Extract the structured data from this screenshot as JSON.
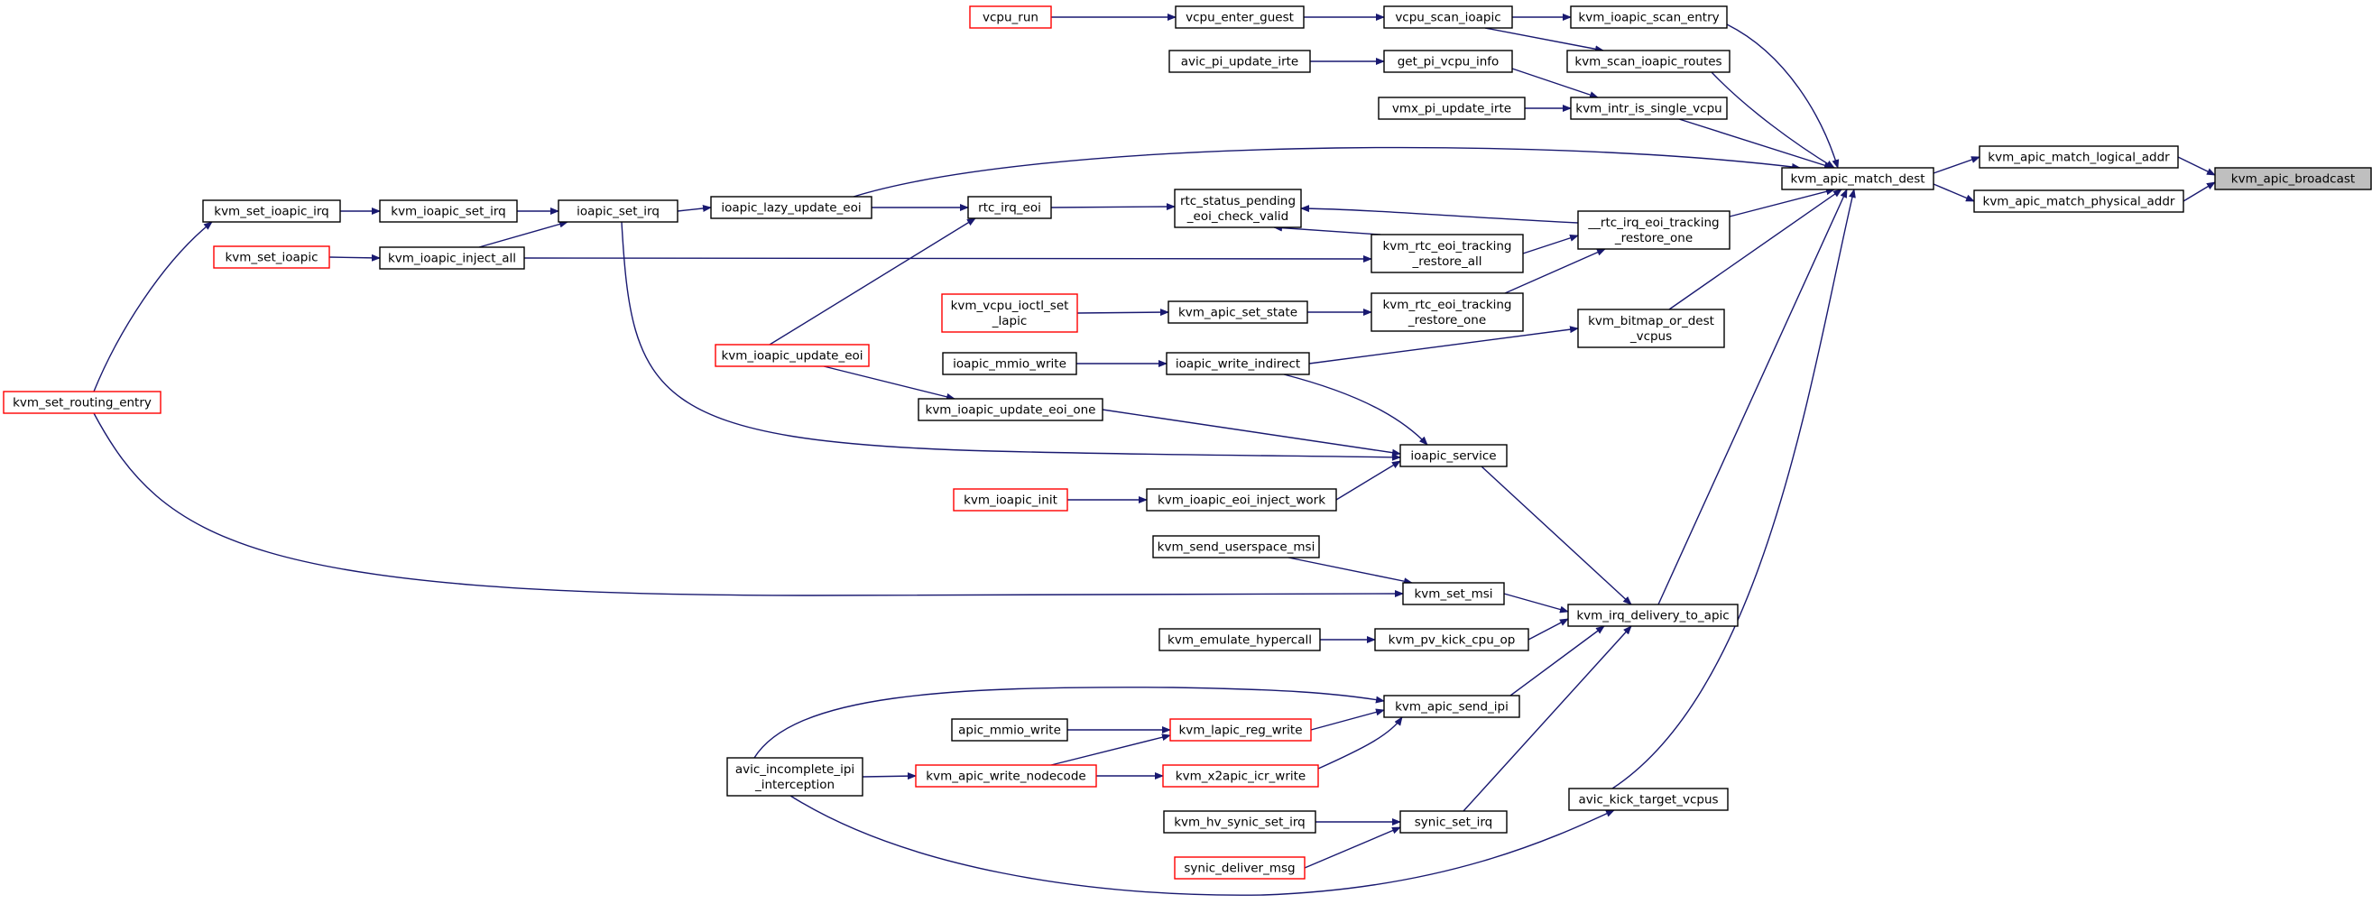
{
  "nodes": [
    {
      "id": "vcpu_run",
      "lines": [
        "vcpu_run"
      ],
      "red": true
    },
    {
      "id": "vcpu_enter_guest",
      "lines": [
        "vcpu_enter_guest"
      ]
    },
    {
      "id": "vcpu_scan_ioapic",
      "lines": [
        "vcpu_scan_ioapic"
      ]
    },
    {
      "id": "kvm_ioapic_scan_entry",
      "lines": [
        "kvm_ioapic_scan_entry"
      ]
    },
    {
      "id": "avic_pi_update_irte",
      "lines": [
        "avic_pi_update_irte"
      ]
    },
    {
      "id": "get_pi_vcpu_info",
      "lines": [
        "get_pi_vcpu_info"
      ]
    },
    {
      "id": "kvm_scan_ioapic_routes",
      "lines": [
        "kvm_scan_ioapic_routes"
      ]
    },
    {
      "id": "vmx_pi_update_irte",
      "lines": [
        "vmx_pi_update_irte"
      ]
    },
    {
      "id": "kvm_intr_is_single_vcpu",
      "lines": [
        "kvm_intr_is_single_vcpu"
      ]
    },
    {
      "id": "kvm_set_ioapic_irq",
      "lines": [
        "kvm_set_ioapic_irq"
      ]
    },
    {
      "id": "kvm_ioapic_set_irq",
      "lines": [
        "kvm_ioapic_set_irq"
      ]
    },
    {
      "id": "ioapic_set_irq",
      "lines": [
        "ioapic_set_irq"
      ]
    },
    {
      "id": "ioapic_lazy_update_eoi",
      "lines": [
        "ioapic_lazy_update_eoi"
      ]
    },
    {
      "id": "rtc_irq_eoi",
      "lines": [
        "rtc_irq_eoi"
      ]
    },
    {
      "id": "rtc_status_pending_eoi_check_valid",
      "lines": [
        "rtc_status_pending",
        "_eoi_check_valid"
      ]
    },
    {
      "id": "kvm_set_ioapic",
      "lines": [
        "kvm_set_ioapic"
      ],
      "red": true
    },
    {
      "id": "kvm_ioapic_inject_all",
      "lines": [
        "kvm_ioapic_inject_all"
      ]
    },
    {
      "id": "kvm_rtc_eoi_tracking_restore_all",
      "lines": [
        "kvm_rtc_eoi_tracking",
        "_restore_all"
      ]
    },
    {
      "id": "__rtc_irq_eoi_tracking_restore_one",
      "lines": [
        "__rtc_irq_eoi_tracking",
        "_restore_one"
      ]
    },
    {
      "id": "kvm_apic_match_dest",
      "lines": [
        "kvm_apic_match_dest"
      ]
    },
    {
      "id": "kvm_apic_match_logical_addr",
      "lines": [
        "kvm_apic_match_logical_addr"
      ]
    },
    {
      "id": "kvm_apic_match_physical_addr",
      "lines": [
        "kvm_apic_match_physical_addr"
      ]
    },
    {
      "id": "kvm_apic_broadcast",
      "lines": [
        "kvm_apic_broadcast"
      ],
      "highlight": true
    },
    {
      "id": "kvm_vcpu_ioctl_set_lapic",
      "lines": [
        "kvm_vcpu_ioctl_set",
        "_lapic"
      ],
      "red": true
    },
    {
      "id": "kvm_apic_set_state",
      "lines": [
        "kvm_apic_set_state"
      ]
    },
    {
      "id": "kvm_rtc_eoi_tracking_restore_one",
      "lines": [
        "kvm_rtc_eoi_tracking",
        "_restore_one"
      ]
    },
    {
      "id": "kvm_bitmap_or_dest_vcpus",
      "lines": [
        "kvm_bitmap_or_dest",
        "_vcpus"
      ]
    },
    {
      "id": "kvm_ioapic_update_eoi",
      "lines": [
        "kvm_ioapic_update_eoi"
      ],
      "red": true
    },
    {
      "id": "ioapic_mmio_write",
      "lines": [
        "ioapic_mmio_write"
      ]
    },
    {
      "id": "ioapic_write_indirect",
      "lines": [
        "ioapic_write_indirect"
      ]
    },
    {
      "id": "kvm_set_routing_entry",
      "lines": [
        "kvm_set_routing_entry"
      ],
      "red": true
    },
    {
      "id": "kvm_ioapic_update_eoi_one",
      "lines": [
        "kvm_ioapic_update_eoi_one"
      ]
    },
    {
      "id": "ioapic_service",
      "lines": [
        "ioapic_service"
      ]
    },
    {
      "id": "kvm_ioapic_init",
      "lines": [
        "kvm_ioapic_init"
      ],
      "red": true
    },
    {
      "id": "kvm_ioapic_eoi_inject_work",
      "lines": [
        "kvm_ioapic_eoi_inject_work"
      ]
    },
    {
      "id": "kvm_send_userspace_msi",
      "lines": [
        "kvm_send_userspace_msi"
      ]
    },
    {
      "id": "kvm_set_msi",
      "lines": [
        "kvm_set_msi"
      ]
    },
    {
      "id": "kvm_irq_delivery_to_apic",
      "lines": [
        "kvm_irq_delivery_to_apic"
      ]
    },
    {
      "id": "kvm_emulate_hypercall",
      "lines": [
        "kvm_emulate_hypercall"
      ]
    },
    {
      "id": "kvm_pv_kick_cpu_op",
      "lines": [
        "kvm_pv_kick_cpu_op"
      ]
    },
    {
      "id": "kvm_apic_send_ipi",
      "lines": [
        "kvm_apic_send_ipi"
      ]
    },
    {
      "id": "apic_mmio_write",
      "lines": [
        "apic_mmio_write"
      ]
    },
    {
      "id": "kvm_lapic_reg_write",
      "lines": [
        "kvm_lapic_reg_write"
      ],
      "red": true
    },
    {
      "id": "avic_incomplete_ipi_interception",
      "lines": [
        "avic_incomplete_ipi",
        "_interception"
      ]
    },
    {
      "id": "kvm_apic_write_nodecode",
      "lines": [
        "kvm_apic_write_nodecode"
      ],
      "red": true
    },
    {
      "id": "kvm_x2apic_icr_write",
      "lines": [
        "kvm_x2apic_icr_write"
      ],
      "red": true
    },
    {
      "id": "avic_kick_target_vcpus",
      "lines": [
        "avic_kick_target_vcpus"
      ]
    },
    {
      "id": "kvm_hv_synic_set_irq",
      "lines": [
        "kvm_hv_synic_set_irq"
      ]
    },
    {
      "id": "synic_set_irq",
      "lines": [
        "synic_set_irq"
      ]
    },
    {
      "id": "synic_deliver_msg",
      "lines": [
        "synic_deliver_msg"
      ],
      "red": true
    }
  ],
  "edges": [
    [
      "vcpu_run",
      "vcpu_enter_guest"
    ],
    [
      "vcpu_enter_guest",
      "vcpu_scan_ioapic"
    ],
    [
      "vcpu_scan_ioapic",
      "kvm_ioapic_scan_entry"
    ],
    [
      "vcpu_scan_ioapic",
      "kvm_scan_ioapic_routes"
    ],
    [
      "avic_pi_update_irte",
      "get_pi_vcpu_info"
    ],
    [
      "get_pi_vcpu_info",
      "kvm_intr_is_single_vcpu"
    ],
    [
      "vmx_pi_update_irte",
      "kvm_intr_is_single_vcpu"
    ],
    [
      "kvm_ioapic_scan_entry",
      "kvm_apic_match_dest"
    ],
    [
      "kvm_scan_ioapic_routes",
      "kvm_apic_match_dest"
    ],
    [
      "kvm_intr_is_single_vcpu",
      "kvm_apic_match_dest"
    ],
    [
      "ioapic_lazy_update_eoi",
      "kvm_apic_match_dest"
    ],
    [
      "__rtc_irq_eoi_tracking_restore_one",
      "kvm_apic_match_dest"
    ],
    [
      "kvm_bitmap_or_dest_vcpus",
      "kvm_apic_match_dest"
    ],
    [
      "kvm_irq_delivery_to_apic",
      "kvm_apic_match_dest"
    ],
    [
      "avic_kick_target_vcpus",
      "kvm_apic_match_dest"
    ],
    [
      "kvm_apic_match_dest",
      "kvm_apic_match_logical_addr"
    ],
    [
      "kvm_apic_match_dest",
      "kvm_apic_match_physical_addr"
    ],
    [
      "kvm_apic_match_logical_addr",
      "kvm_apic_broadcast"
    ],
    [
      "kvm_apic_match_physical_addr",
      "kvm_apic_broadcast"
    ],
    [
      "kvm_set_ioapic_irq",
      "kvm_ioapic_set_irq"
    ],
    [
      "kvm_ioapic_set_irq",
      "ioapic_set_irq"
    ],
    [
      "ioapic_set_irq",
      "ioapic_lazy_update_eoi"
    ],
    [
      "ioapic_lazy_update_eoi",
      "rtc_irq_eoi"
    ],
    [
      "rtc_irq_eoi",
      "rtc_status_pending_eoi_check_valid"
    ],
    [
      "kvm_set_ioapic",
      "kvm_ioapic_inject_all"
    ],
    [
      "kvm_ioapic_inject_all",
      "ioapic_set_irq"
    ],
    [
      "kvm_ioapic_inject_all",
      "kvm_rtc_eoi_tracking_restore_all"
    ],
    [
      "kvm_rtc_eoi_tracking_restore_all",
      "rtc_status_pending_eoi_check_valid"
    ],
    [
      "kvm_rtc_eoi_tracking_restore_all",
      "__rtc_irq_eoi_tracking_restore_one"
    ],
    [
      "__rtc_irq_eoi_tracking_restore_one",
      "rtc_status_pending_eoi_check_valid"
    ],
    [
      "kvm_rtc_eoi_tracking_restore_one",
      "__rtc_irq_eoi_tracking_restore_one"
    ],
    [
      "kvm_vcpu_ioctl_set_lapic",
      "kvm_apic_set_state"
    ],
    [
      "kvm_apic_set_state",
      "kvm_rtc_eoi_tracking_restore_one"
    ],
    [
      "kvm_ioapic_update_eoi",
      "rtc_irq_eoi"
    ],
    [
      "kvm_ioapic_update_eoi",
      "kvm_ioapic_update_eoi_one"
    ],
    [
      "ioapic_mmio_write",
      "ioapic_write_indirect"
    ],
    [
      "ioapic_write_indirect",
      "kvm_bitmap_or_dest_vcpus"
    ],
    [
      "ioapic_write_indirect",
      "ioapic_service"
    ],
    [
      "kvm_ioapic_update_eoi_one",
      "ioapic_service"
    ],
    [
      "ioapic_set_irq",
      "ioapic_service"
    ],
    [
      "kvm_ioapic_init",
      "kvm_ioapic_eoi_inject_work"
    ],
    [
      "kvm_ioapic_eoi_inject_work",
      "ioapic_service"
    ],
    [
      "ioapic_service",
      "kvm_irq_delivery_to_apic"
    ],
    [
      "kvm_set_routing_entry",
      "kvm_set_ioapic_irq"
    ],
    [
      "kvm_set_routing_entry",
      "kvm_set_msi"
    ],
    [
      "kvm_send_userspace_msi",
      "kvm_set_msi"
    ],
    [
      "kvm_set_msi",
      "kvm_irq_delivery_to_apic"
    ],
    [
      "kvm_emulate_hypercall",
      "kvm_pv_kick_cpu_op"
    ],
    [
      "kvm_pv_kick_cpu_op",
      "kvm_irq_delivery_to_apic"
    ],
    [
      "kvm_apic_send_ipi",
      "kvm_irq_delivery_to_apic"
    ],
    [
      "avic_incomplete_ipi_interception",
      "kvm_apic_send_ipi"
    ],
    [
      "apic_mmio_write",
      "kvm_lapic_reg_write"
    ],
    [
      "kvm_apic_write_nodecode",
      "kvm_lapic_reg_write"
    ],
    [
      "kvm_lapic_reg_write",
      "kvm_apic_send_ipi"
    ],
    [
      "avic_incomplete_ipi_interception",
      "kvm_apic_write_nodecode"
    ],
    [
      "kvm_apic_write_nodecode",
      "kvm_x2apic_icr_write"
    ],
    [
      "kvm_x2apic_icr_write",
      "kvm_apic_send_ipi"
    ],
    [
      "avic_incomplete_ipi_interception",
      "avic_kick_target_vcpus"
    ],
    [
      "kvm_hv_synic_set_irq",
      "synic_set_irq"
    ],
    [
      "synic_deliver_msg",
      "synic_set_irq"
    ],
    [
      "synic_set_irq",
      "kvm_irq_delivery_to_apic"
    ]
  ],
  "colors": {
    "edge": "#191970",
    "box_border": "#000000",
    "box_border_external": "#ff0000",
    "box_fill": "#ffffff",
    "highlight_fill": "#bfbfbf"
  }
}
